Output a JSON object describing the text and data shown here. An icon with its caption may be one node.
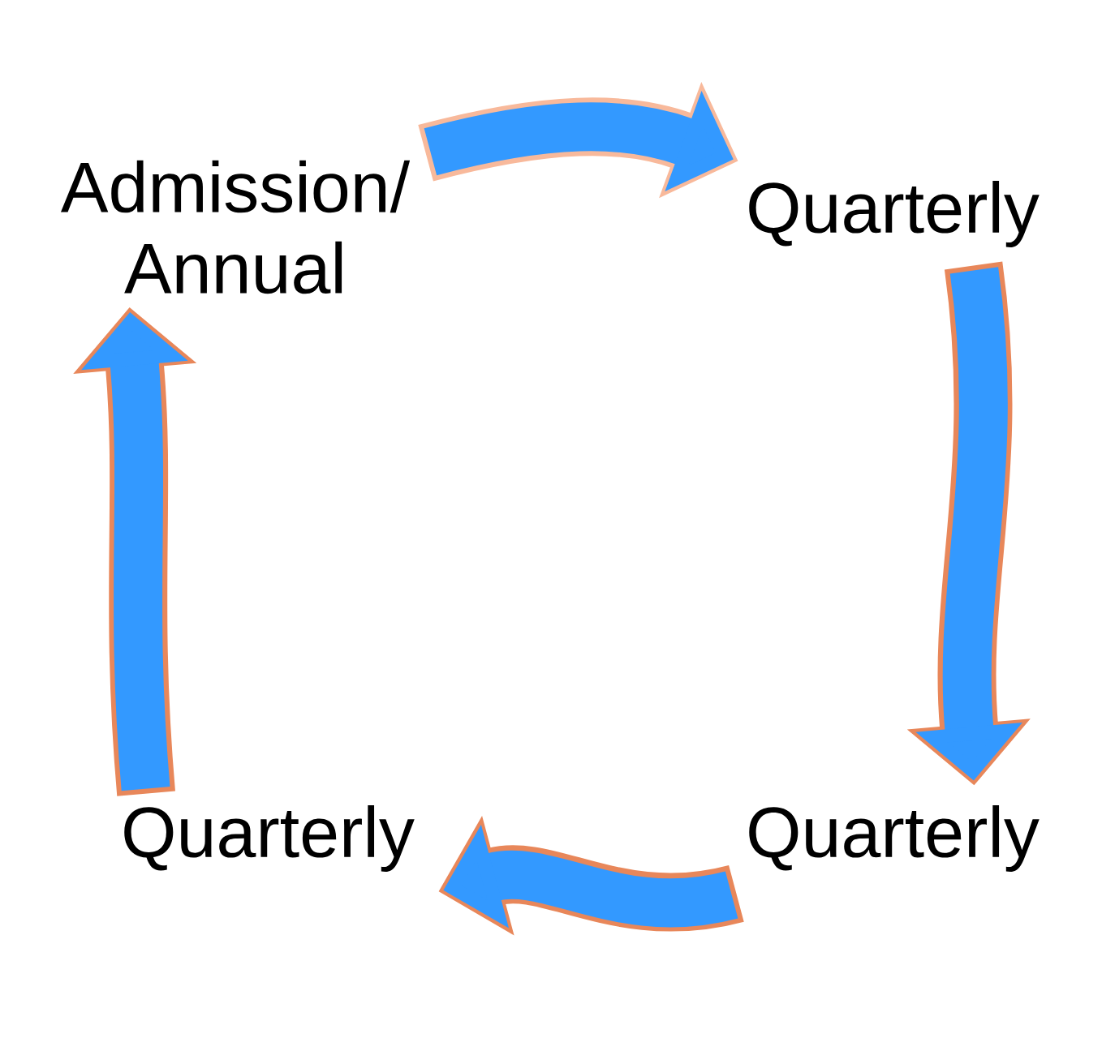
{
  "diagram": {
    "nodes": [
      {
        "text": [
          "Admission/ Annual"
        ]
      },
      {
        "text": [
          "Quarterly"
        ]
      },
      {
        "text": [
          "Quarterly"
        ]
      },
      {
        "text": [
          "Quarterly"
        ]
      }
    ],
    "edges": [
      {
        "from": 0,
        "to": 1,
        "arrow": "to",
        "color": "#f8b99b"
      },
      {
        "from": 1,
        "to": 2,
        "arrow": "to"
      },
      {
        "from": 2,
        "to": 3,
        "arrow": "to"
      },
      {
        "from": 3,
        "to": 0,
        "arrow": "to"
      }
    ]
  }
}
